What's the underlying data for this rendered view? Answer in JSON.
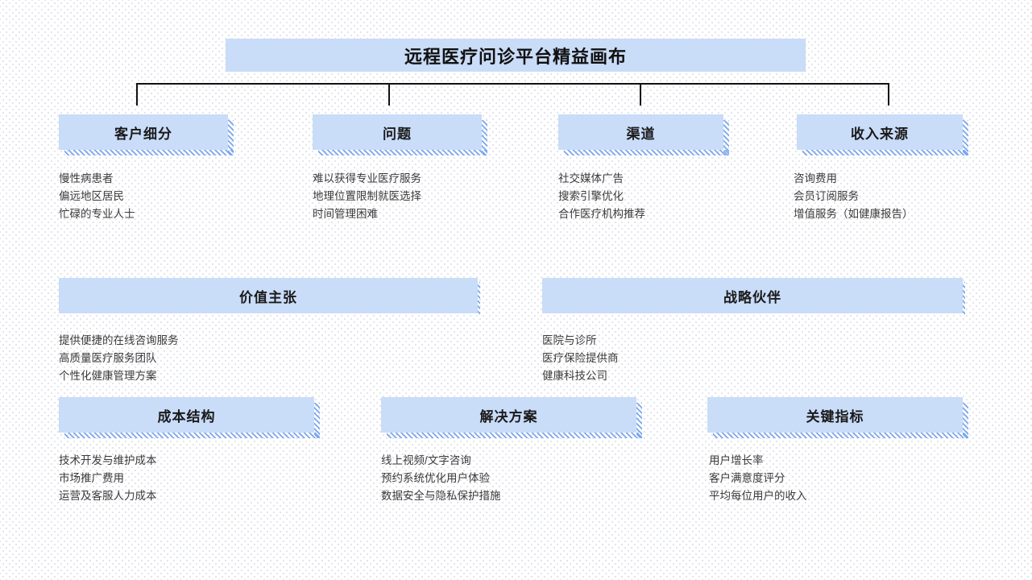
{
  "title": "远程医疗问诊平台精益画布",
  "colors": {
    "box_fill": "#c9dcf8",
    "hatch_stripe": "#7aa7ef",
    "connector_line": "#111111",
    "body_text": "#3a3a3a"
  },
  "sections": {
    "customer_segments": {
      "label": "客户细分",
      "items": [
        "慢性病患者",
        "偏远地区居民",
        "忙碌的专业人士"
      ]
    },
    "problems": {
      "label": "问题",
      "items": [
        "难以获得专业医疗服务",
        "地理位置限制就医选择",
        "时间管理困难"
      ]
    },
    "channels": {
      "label": "渠道",
      "items": [
        "社交媒体广告",
        "搜索引擎优化",
        "合作医疗机构推荐"
      ]
    },
    "revenue_streams": {
      "label": "收入来源",
      "items": [
        "咨询费用",
        "会员订阅服务",
        "增值服务（如健康报告）"
      ]
    },
    "value_proposition": {
      "label": "价值主张",
      "items": [
        "提供便捷的在线咨询服务",
        "高质量医疗服务团队",
        "个性化健康管理方案"
      ]
    },
    "strategic_partners": {
      "label": "战略伙伴",
      "items": [
        "医院与诊所",
        "医疗保险提供商",
        "健康科技公司"
      ]
    },
    "cost_structure": {
      "label": "成本结构",
      "items": [
        "技术开发与维护成本",
        "市场推广费用",
        "运营及客服人力成本"
      ]
    },
    "solutions": {
      "label": "解决方案",
      "items": [
        "线上视频/文字咨询",
        "预约系统优化用户体验",
        "数据安全与隐私保护措施"
      ]
    },
    "key_metrics": {
      "label": "关键指标",
      "items": [
        "用户增长率",
        "客户满意度评分",
        "平均每位用户的收入"
      ]
    }
  }
}
